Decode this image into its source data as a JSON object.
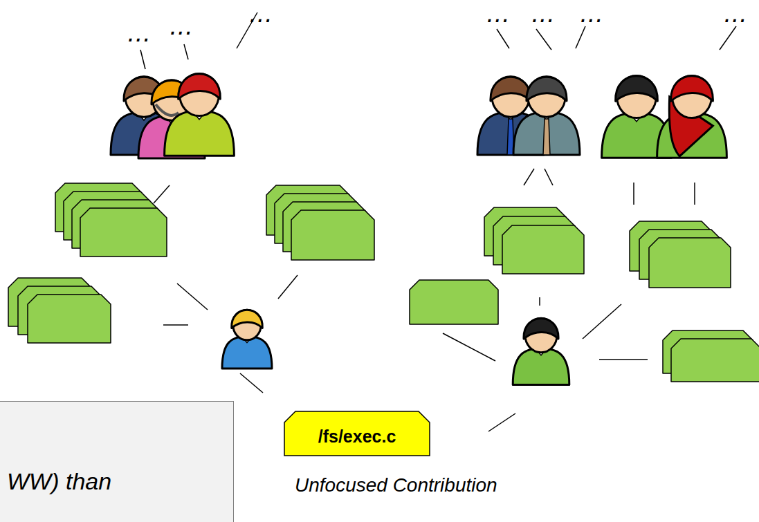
{
  "diagram": {
    "nodes": [
      {
        "text": [
          "WW) than"
        ]
      },
      {
        "text": [
          "/fs/exec.c"
        ]
      }
    ],
    "edges": [],
    "labels": [
      "…",
      "…",
      "…",
      "…",
      "…",
      "…",
      "…",
      "Unfocused Contribution"
    ]
  }
}
